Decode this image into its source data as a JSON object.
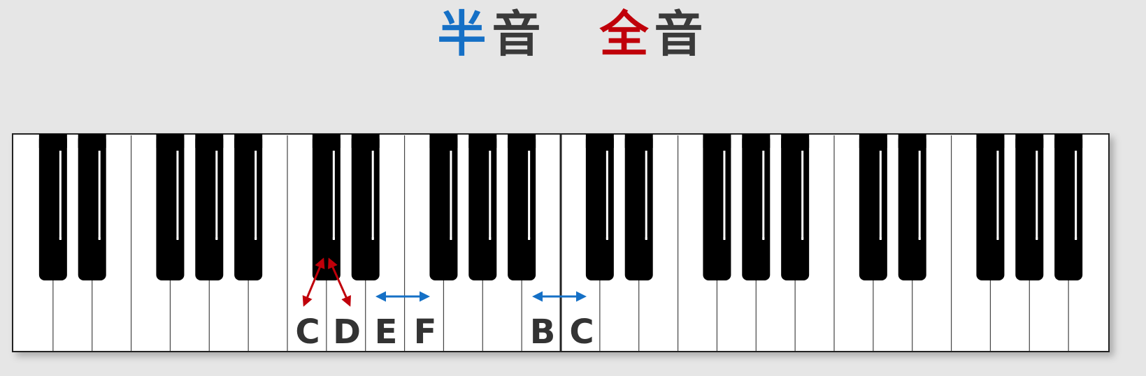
{
  "title": {
    "half_char": "半",
    "whole_char": "全",
    "sound_char": "音",
    "half_color": "#1570c6",
    "whole_color": "#c0000a"
  },
  "keyboard": {
    "white_key_count": 28,
    "octave_divider_after_white_index": 13,
    "black_key_pattern": "C# D# _ F# G# A# _ (repeating, starting at C)"
  },
  "annotations": {
    "whole_step": {
      "from": "C",
      "to": "D",
      "via": "black key C#",
      "color": "#c0000a"
    },
    "half_steps": [
      {
        "from": "E",
        "to": "F",
        "color": "#1570c6"
      },
      {
        "from": "B",
        "to": "C",
        "color": "#1570c6"
      }
    ]
  },
  "labels": [
    "C",
    "D",
    "E",
    "F",
    "B",
    "C"
  ]
}
